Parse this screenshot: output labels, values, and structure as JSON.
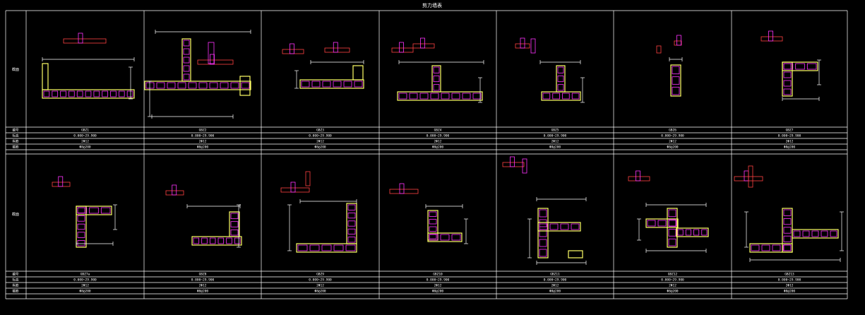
{
  "title": "剪力墙表",
  "row_labels": {
    "top": "截面",
    "bottom": "截面"
  },
  "field_labels": [
    "编号",
    "标高",
    "纵筋",
    "箍筋"
  ],
  "top_cells": [
    {
      "id": "GBZ1",
      "elev": "0.000~29.900",
      "bars": "2Φ12",
      "stirrups": "Φ8@200"
    },
    {
      "id": "GBZ2",
      "elev": "0.000~29.900",
      "bars": "2Φ12",
      "stirrups": "Φ8@200"
    },
    {
      "id": "GBZ3",
      "elev": "0.000~29.900",
      "bars": "2Φ12",
      "stirrups": "Φ8@200"
    },
    {
      "id": "GBZ4",
      "elev": "0.000~29.900",
      "bars": "2Φ12",
      "stirrups": "Φ8@200"
    },
    {
      "id": "GBZ5",
      "elev": "0.000~29.900",
      "bars": "2Φ12",
      "stirrups": "Φ8@200"
    },
    {
      "id": "GBZ6",
      "elev": "0.000~29.900",
      "bars": "2Φ12",
      "stirrups": "Φ8@200"
    },
    {
      "id": "GBZ7",
      "elev": "0.000~29.900",
      "bars": "2Φ12",
      "stirrups": "Φ8@200"
    }
  ],
  "bottom_cells": [
    {
      "id": "GBZ7a",
      "elev": "0.000~29.900",
      "bars": "2Φ12",
      "stirrups": "Φ8@200"
    },
    {
      "id": "GBZ8",
      "elev": "0.000~29.900",
      "bars": "2Φ12",
      "stirrups": "Φ8@200"
    },
    {
      "id": "GBZ9",
      "elev": "0.000~29.900",
      "bars": "2Φ12",
      "stirrups": "Φ8@200"
    },
    {
      "id": "GBZ10",
      "elev": "0.000~29.900",
      "bars": "2Φ12",
      "stirrups": "Φ8@200"
    },
    {
      "id": "GBZ11",
      "elev": "0.000~29.900",
      "bars": "2Φ12",
      "stirrups": "Φ8@200"
    },
    {
      "id": "GBZ12",
      "elev": "0.000~29.900",
      "bars": "2Φ12",
      "stirrups": "Φ8@200"
    },
    {
      "id": "GBZ13",
      "elev": "0.000~29.900",
      "bars": "2Φ12",
      "stirrups": "Φ8@200"
    }
  ],
  "colors": {
    "concrete": "#ffff66",
    "tie": "#ff33ff",
    "detail": "#ff4040",
    "dim": "#ffffff",
    "grid": "#ffffff"
  }
}
